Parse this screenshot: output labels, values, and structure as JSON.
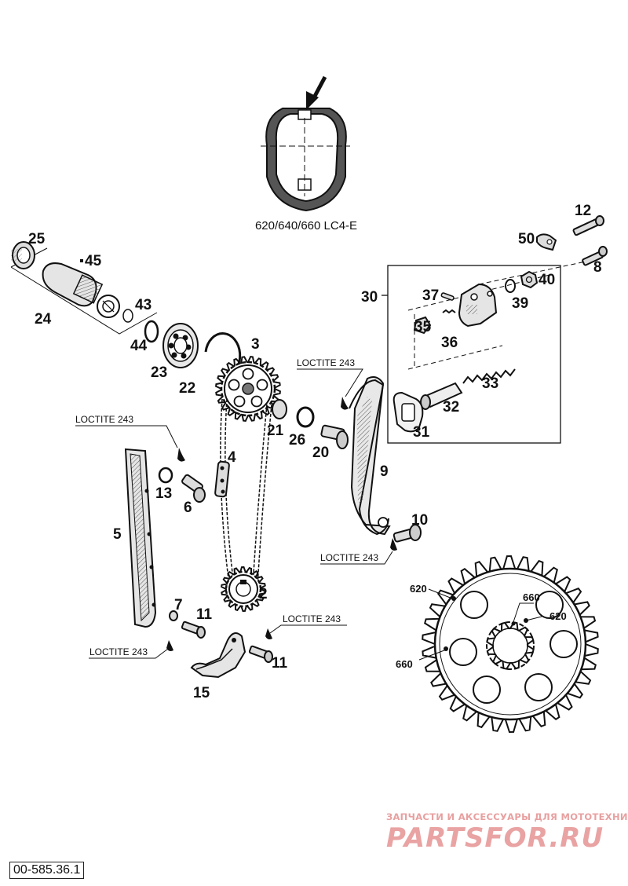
{
  "header_inset": {
    "caption": "620/640/660 LC4-E"
  },
  "callouts": {
    "c25": "25",
    "c45": "45",
    "c24": "24",
    "c43": "43",
    "c44": "44",
    "c23": "23",
    "c22": "22",
    "c3": "3",
    "c21": "21",
    "c26": "26",
    "c20": "20",
    "c4": "4",
    "c13": "13",
    "c6": "6",
    "c5": "5",
    "c9": "9",
    "c10": "10",
    "c2": "2",
    "c7": "7",
    "c11a": "11",
    "c11b": "11",
    "c15": "15",
    "c30": "30",
    "c37": "37",
    "c35": "35",
    "c36": "36",
    "c39": "39",
    "c40": "40",
    "c33": "33",
    "c32": "32",
    "c31": "31",
    "c12": "12",
    "c50": "50",
    "c8": "8"
  },
  "loctite_labels": [
    "LOCTITE 243",
    "LOCTITE 243",
    "LOCTITE 243",
    "LOCTITE 243",
    "LOCTITE 243"
  ],
  "sprocket_detail": {
    "a": "620",
    "b": "660",
    "c": "620",
    "d": "660"
  },
  "watermark": {
    "tagline": "ЗАПЧАСТИ И АКСЕССУАРЫ ДЛЯ МОТОТЕХНИКИ",
    "brand": "PARTSFOR.RU"
  },
  "diagram_code": "00-585.36.1"
}
